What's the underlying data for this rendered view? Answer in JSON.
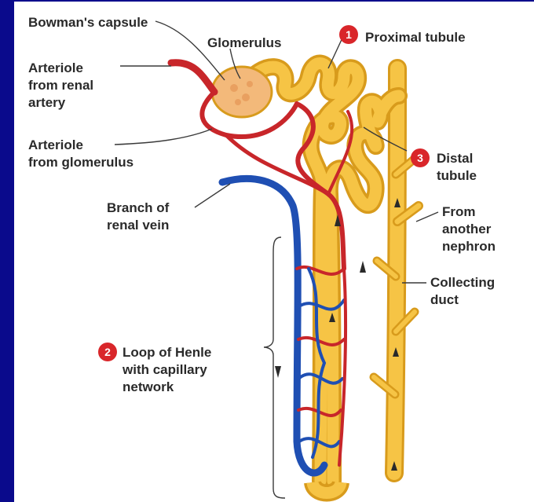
{
  "labels": {
    "bowmans_capsule": "Bowman's capsule",
    "glomerulus": "Glomerulus",
    "proximal_tubule": "Proximal tubule",
    "proximal_number": "1",
    "arteriole_renal_1": "Arteriole",
    "arteriole_renal_2": "from renal",
    "arteriole_renal_3": "artery",
    "arteriole_glom_1": "Arteriole",
    "arteriole_glom_2": "from glomerulus",
    "distal_number": "3",
    "distal_1": "Distal",
    "distal_2": "tubule",
    "renal_vein_1": "Branch of",
    "renal_vein_2": "renal vein",
    "another_1": "From",
    "another_2": "another",
    "another_3": "nephron",
    "collecting_1": "Collecting",
    "collecting_2": "duct",
    "loop_number": "2",
    "loop_1": "Loop of Henle",
    "loop_2": "with capillary",
    "loop_3": "network"
  },
  "colors": {
    "background": "#0a0a8c",
    "panel": "#ffffff",
    "tubule": "#f6c445",
    "tubule_edge": "#d89b1c",
    "artery": "#c8262a",
    "vein": "#1f4fb3",
    "capsule": "#f3b97a",
    "badge": "#d9262a"
  }
}
